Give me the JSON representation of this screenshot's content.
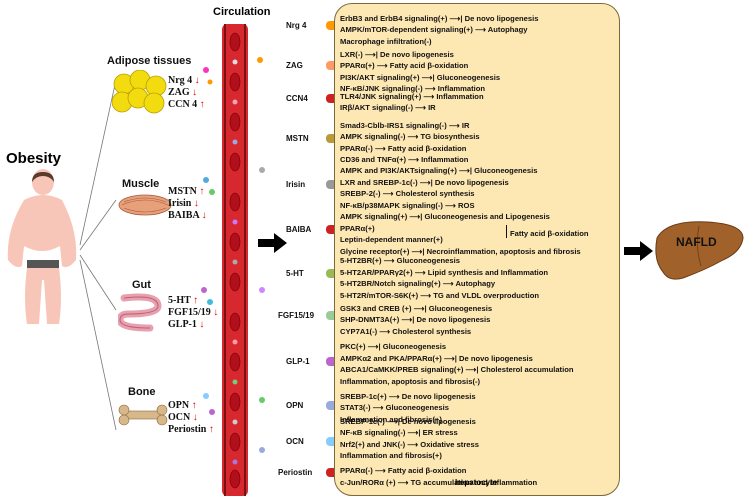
{
  "title_circulation": "Circulation",
  "obesity": "Obesity",
  "nafld": "NAFLD",
  "hepatocyte": "hepatocyte",
  "tissues": [
    {
      "name": "Adipose tissues",
      "hormones": [
        {
          "label": "Nrg 4",
          "arrow": "↓"
        },
        {
          "label": "ZAG",
          "arrow": "↓"
        },
        {
          "label": "CCN 4",
          "arrow": "↑"
        }
      ]
    },
    {
      "name": "Muscle",
      "hormones": [
        {
          "label": "MSTN",
          "arrow": "↑"
        },
        {
          "label": "Irisin",
          "arrow": "↓"
        },
        {
          "label": "BAIBA",
          "arrow": "↓"
        }
      ]
    },
    {
      "name": "Gut",
      "hormones": [
        {
          "label": "5-HT",
          "arrow": "↑"
        },
        {
          "label": "FGF15/19",
          "arrow": "↓"
        },
        {
          "label": "GLP-1",
          "arrow": "↓"
        }
      ]
    },
    {
      "name": "Bone",
      "hormones": [
        {
          "label": "OPN",
          "arrow": "↑"
        },
        {
          "label": "OCN",
          "arrow": "↓"
        },
        {
          "label": "Periostin",
          "arrow": "↑"
        }
      ]
    }
  ],
  "factors": [
    {
      "name": "Nrg 4",
      "lines": [
        "ErbB3 and ErbB4 signaling(+) ⟶| De novo lipogenesis",
        "AMPK/mTOR-dependent signaling(+) ⟶ Autophagy",
        "Macrophage infiltration(-)"
      ]
    },
    {
      "name": "ZAG",
      "lines": [
        "LXR(-) ⟶| De novo lipogenesis",
        "PPARα(+) ⟶ Fatty acid β-oxidation",
        "PI3K/AKT signaling(+) ⟶| Gluconeogenesis",
        "NF-κB/JNK signaling(-) ⟶ Inflammation"
      ]
    },
    {
      "name": "CCN4",
      "lines": [
        "TLR4/JNK signaling(+) ⟶ Inflammation",
        "IRβ/AKT signaling(-) ⟶ IR"
      ]
    },
    {
      "name": "MSTN",
      "lines": [
        "Smad3-Cblb-IRS1 signaling(-) ⟶ IR",
        "AMPK signaling(-) ⟶ TG biosynthesis",
        "PPARα(-) ⟶ Fatty acid β-oxidation",
        "CD36 and TNFα(+) ⟶ Inflammation"
      ]
    },
    {
      "name": "Irisin",
      "lines": [
        "AMPK and PI3K/AKTsignaling(+) ⟶| Gluconeogenesis",
        "LXR and SREBP-1c(-) ⟶| De novo lipogenesis",
        "SREBP-2(-) ⟶ Cholesterol synthesis",
        "NF-κB/p38MAPK signaling(-) ⟶ ROS"
      ]
    },
    {
      "name": "BAIBA",
      "lines": [
        "AMPK signaling(+) ⟶| Gluconeogenesis and Lipogenesis",
        "PPARα(+)",
        "Leptin-dependent manner(+)",
        "Glycine receptor(+) ⟶| Necroinflammation, apoptosis and fibrosis"
      ],
      "brace_target": "Fatty acid β-oxidation"
    },
    {
      "name": "5-HT",
      "lines": [
        "5-HT2BR(+) ⟶ Gluconeogenesis",
        "5-HT2AR/PPARγ2(+) ⟶ Lipid synthesis and Inflammation",
        "5-HT2BR/Notch signaling(+) ⟶ Autophagy",
        "5-HT2R/mTOR-S6K(+) ⟶ TG and VLDL overproduction"
      ]
    },
    {
      "name": "FGF15/19",
      "lines": [
        "GSK3 and CREB (+) ⟶| Gluconeogenesis",
        "SHP-DNMT3A(+) ⟶| De novo lipogenesis",
        "CYP7A1(-) ⟶ Cholesterol synthesis"
      ]
    },
    {
      "name": "GLP-1",
      "lines": [
        "PKC(+) ⟶| Gluconeogenesis",
        "AMPKα2 and PKA/PPARα(+) ⟶| De novo lipogenesis",
        "ABCA1/CaMKK/PREB signaling(+) ⟶| Cholesterol accumulation",
        "Inflammation, apoptosis and fibrosis(-)"
      ]
    },
    {
      "name": "OPN",
      "lines": [
        "SREBP-1c(+) ⟶ De novo lipogenesis",
        "STAT3(-) ⟶ Gluconeogenesis",
        "Inflammation and fibrosis(+)"
      ]
    },
    {
      "name": "OCN",
      "lines": [
        "SREBP-1c(-) ⟶| De novo lipogenesis",
        "NF-κB signaling(-) ⟶| ER stress",
        "Nrf2(+) and JNK(-) ⟶ Oxidative stress",
        "Inflammation and fibrosis(+)"
      ]
    },
    {
      "name": "Periostin",
      "lines": [
        "PPARα(-) ⟶ Fatty acid β-oxidation",
        "c-Jun/RORα (+) ⟶ TG accumulation and inflammation"
      ]
    }
  ],
  "colors": {
    "panel": "#fde7b3",
    "vessel": "#d7282f",
    "arrow": "#e00000"
  }
}
